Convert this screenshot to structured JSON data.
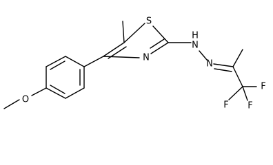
{
  "structure": {
    "atoms": {
      "S": "S",
      "N_thiazole": "N",
      "NH_H": "H",
      "NH_N": "N",
      "N_imine": "N",
      "O": "O",
      "F1": "F",
      "F2": "F",
      "F3": "F"
    }
  }
}
